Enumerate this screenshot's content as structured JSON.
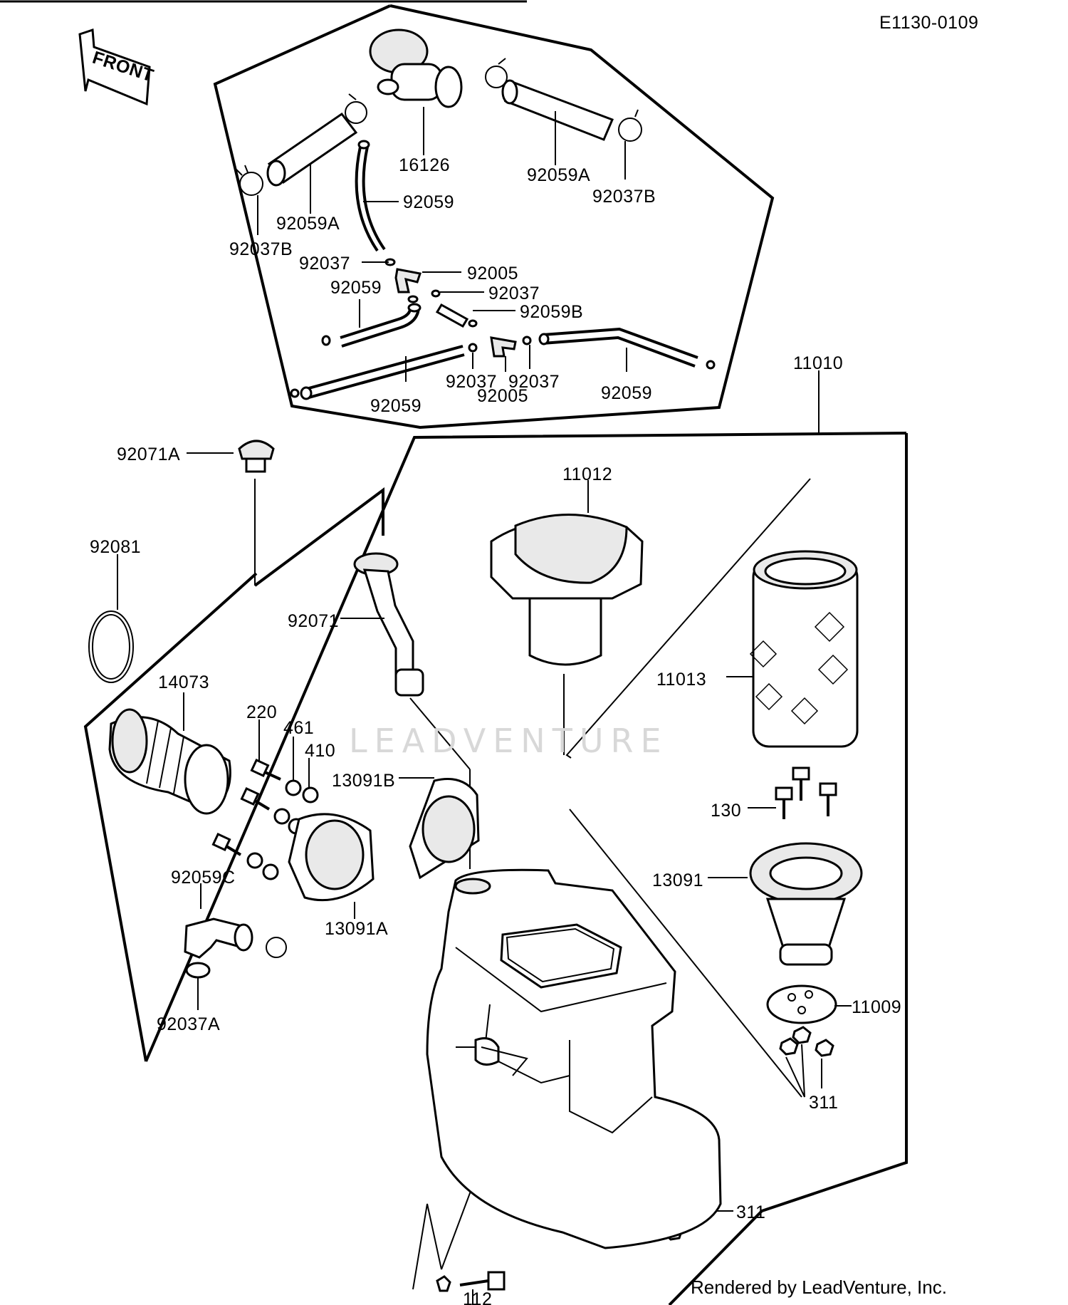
{
  "diagram_id": "E1130-0109",
  "front_label": "FRONT",
  "watermark": "LEADVENTURE",
  "footer": "Rendered by LeadVenture, Inc.",
  "callouts": {
    "p16126": "16126",
    "p92059A_left": "92059A",
    "p92059A_right": "92059A",
    "p92037B_left": "92037B",
    "p92037B_right": "92037B",
    "p92059_top": "92059",
    "p92037_a": "92037",
    "p92005_top": "92005",
    "p92059_mid": "92059",
    "p92037_b": "92037",
    "p92059B": "92059B",
    "p92037_c": "92037",
    "p92037_d": "92037",
    "p92005_bot": "92005",
    "p92059_bot": "92059",
    "p92059_right": "92059",
    "p11010": "11010",
    "p92071A": "92071A",
    "p11012": "11012",
    "p92081": "92081",
    "p92071": "92071",
    "p11013": "11013",
    "p14073": "14073",
    "p220": "220",
    "p461": "461",
    "p410": "410",
    "p13091B": "13091B",
    "p130": "130",
    "p92059C": "92059C",
    "p13091": "13091",
    "p13091A": "13091A",
    "p11009": "11009",
    "p92037A": "92037A",
    "p311_a": "311",
    "p311_b": "311",
    "p112": "112"
  }
}
